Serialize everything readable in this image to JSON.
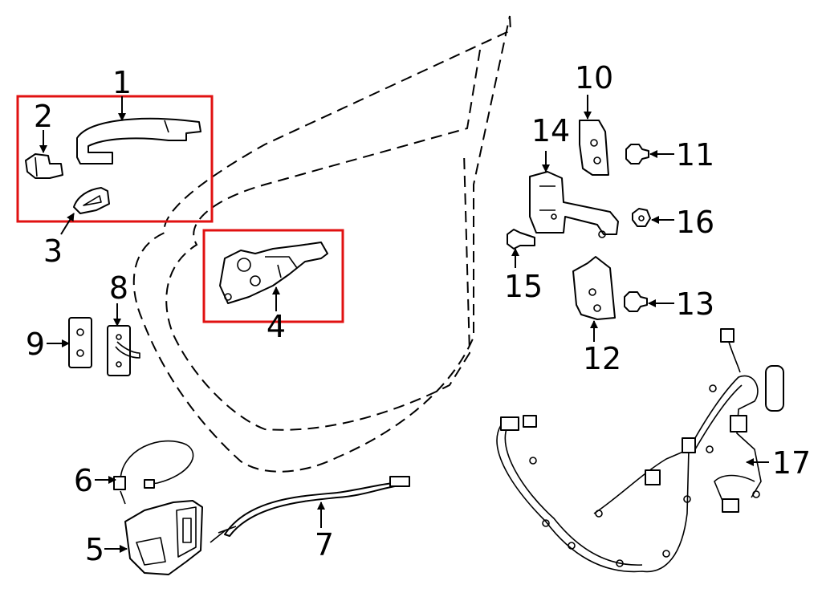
{
  "callouts": {
    "c1": "1",
    "c2": "2",
    "c3": "3",
    "c4": "4",
    "c5": "5",
    "c6": "6",
    "c7": "7",
    "c8": "8",
    "c9": "9",
    "c10": "10",
    "c11": "11",
    "c12": "12",
    "c13": "13",
    "c14": "14",
    "c15": "15",
    "c16": "16",
    "c17": "17"
  },
  "colors": {
    "highlight": "#e11111",
    "line": "#000000",
    "background": "#ffffff"
  }
}
